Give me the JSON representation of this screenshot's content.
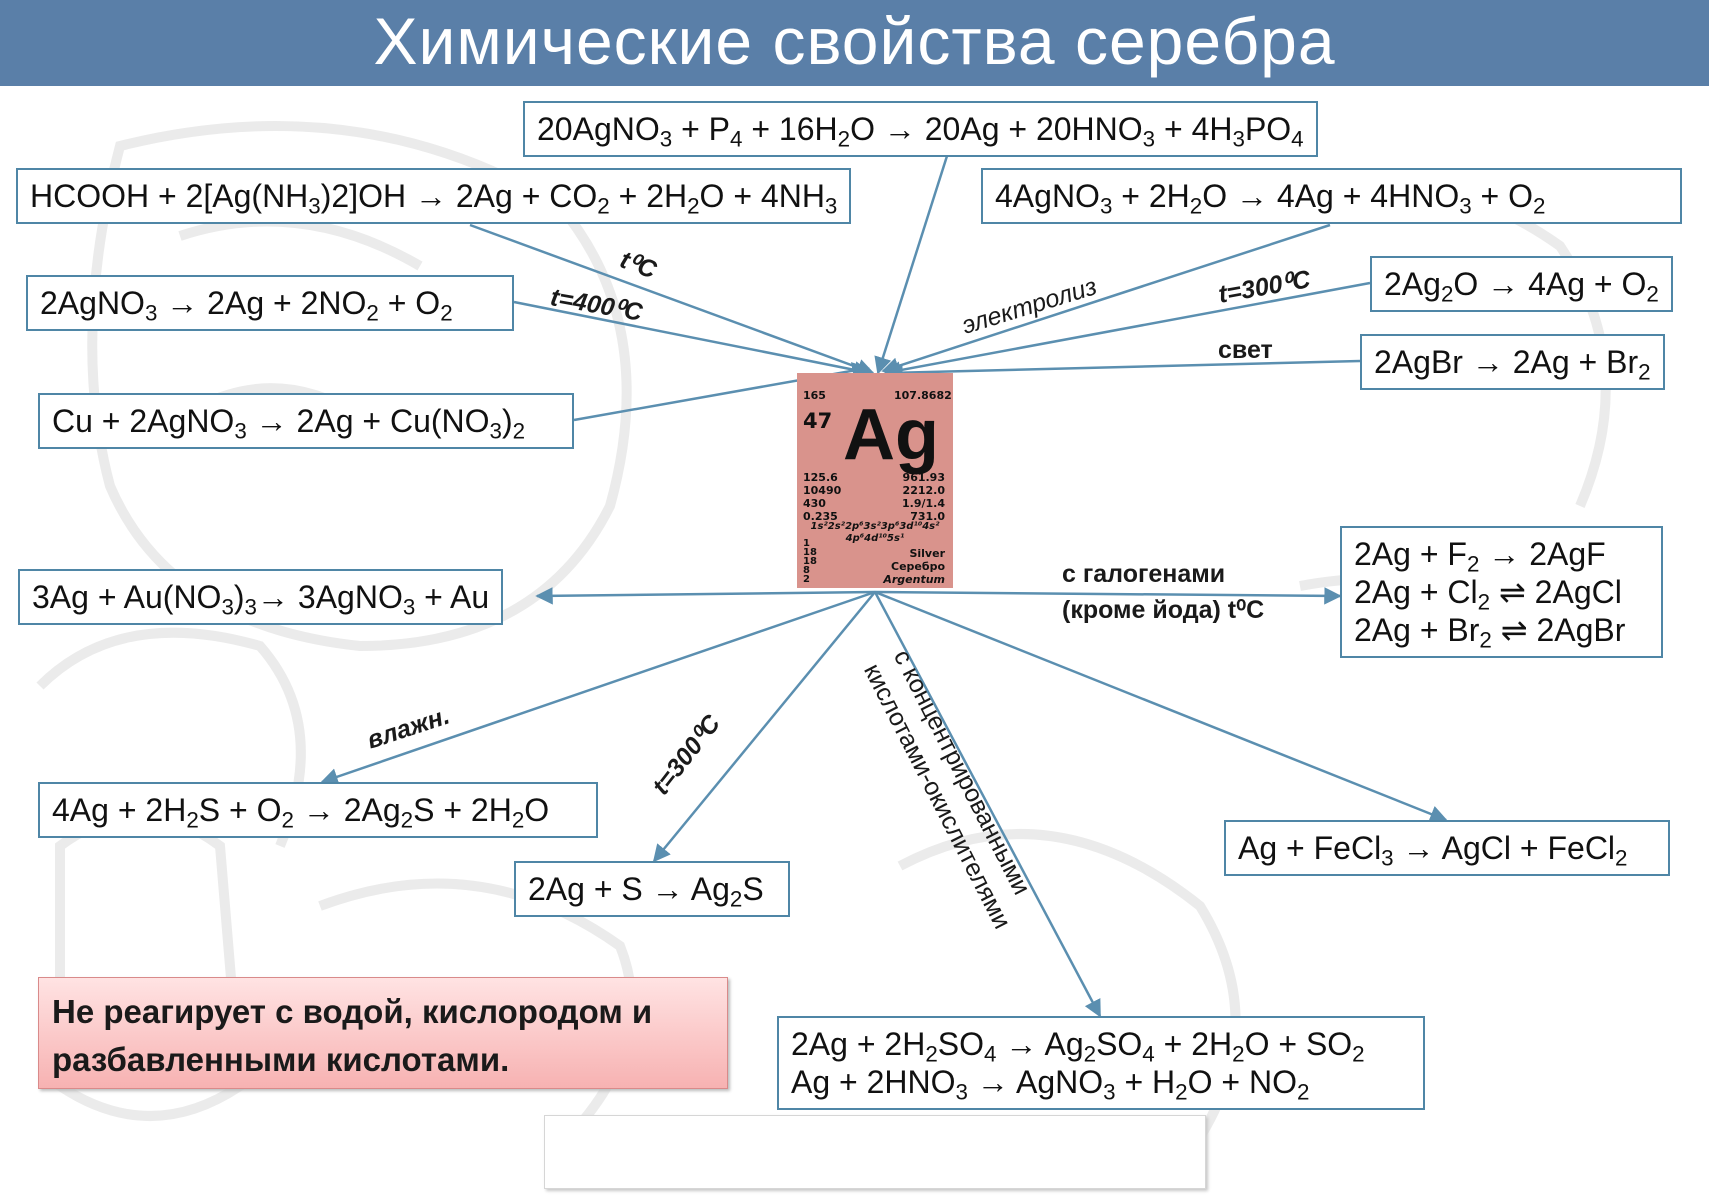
{
  "title": "Химические свойства серебра",
  "element": {
    "symbol": "Ag",
    "number": "47",
    "top_left": "165",
    "mass": "107.8682",
    "left_values": [
      "125.6",
      "10490",
      "430",
      "0.235"
    ],
    "right_values": [
      "961.93",
      "2212.0",
      "1.9/1.4",
      "731.0"
    ],
    "config1": "1s²2s²2p⁶3s²3p⁶3d¹⁰4s²",
    "config2": "4p⁶4d¹⁰5s¹",
    "shells": [
      "1",
      "18",
      "18",
      "8",
      "2"
    ],
    "name_en": "Silver",
    "name_ru": "Серебро",
    "name_la": "Argentum"
  },
  "reactions": {
    "phosphorus": "20AgNO_3 + P_4 + 16H_2O → 20Ag + 20HNO_3 + 4H_3PO_4",
    "formic": "HCOOH + 2[Ag(NH_3)2]OH → 2Ag + CO_2  + 2H_2O + 4NH_3",
    "electrolysis": "4AgNO_3  + 2H_2O → 4Ag + 4HNO_3  + O_2",
    "oxide": "2Ag_2O → 4Ag + O_2",
    "nitrate_heat": "2AgNO_3 → 2Ag + 2NO_2  + O_2",
    "bromide": "2AgBr → 2Ag + Br_2",
    "copper": "Cu + 2AgNO_3 → 2Ag + Cu(NO_3)_2",
    "gold": "3Ag + Au(NO_3)_3→ 3AgNO_3 + Au",
    "halogens": [
      "2Ag + F_2 → 2AgF",
      "2Ag + Cl_2 ⇌ 2AgCl",
      "2Ag + Br_2 ⇌ 2AgBr"
    ],
    "h2s": "4Ag + 2H_2S + O_2 → 2Ag_2S + 2H_2O",
    "sulfur": "2Ag + S → Ag_2S",
    "fecl3": "Ag + FeCl_3 → AgCl + FeCl_2",
    "acids": [
      "2Ag + 2H_2SO_4 → Ag_2SO_4  + 2H_2O + SO_2",
      "Ag + 2HNO_3 → AgNO_3  + H_2O + NO_2"
    ]
  },
  "labels": {
    "t0c": "t⁰C",
    "t400": "t=400⁰C",
    "electrolysis": "электролиз",
    "t300_top": "t=300⁰C",
    "light": "свет",
    "halogens_1": "с галогенами",
    "halogens_2": "(кроме йода) t⁰C",
    "humid": "влажн.",
    "t300_bottom": "t=300⁰C",
    "acids_1": "с концентрированными",
    "acids_2": "кислотами-окислителями"
  },
  "note": "Не реагирует с водой, кислородом и разбавленными кислотами.",
  "colors": {
    "header": "#5a7fa8",
    "arrow": "#5b8fb0",
    "tile": "#d9938c",
    "box_border": "#4f86a6"
  }
}
